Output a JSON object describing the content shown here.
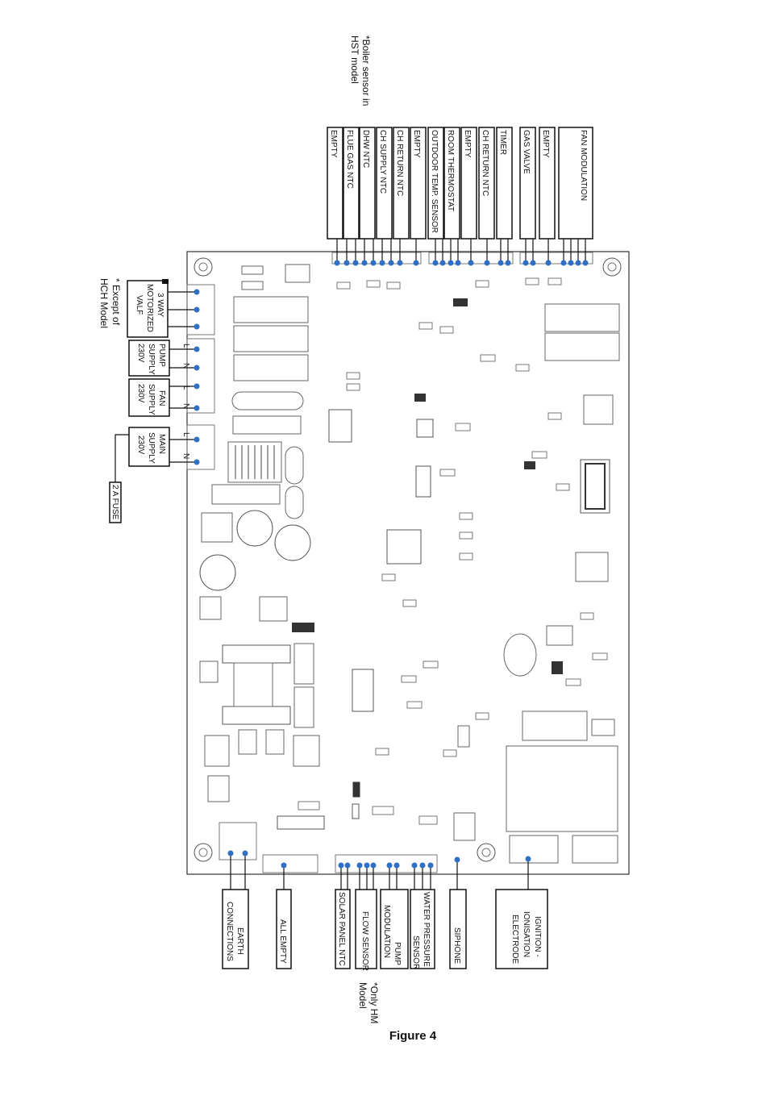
{
  "notes": {
    "boiler_sensor_line1": "*Boiler sensor in",
    "boiler_sensor_line2": "HST model",
    "except_hch_line1": "* Except of",
    "except_hch_line2": "HCH Model",
    "only_hm_line1": "*Only HM",
    "only_hm_line2": "Model"
  },
  "top_connectors": [
    "EMPTY",
    "FLUE GAS NTC",
    "DHW NTC",
    "CH SUPPLY NTC",
    "CH RETURN NTC",
    "EMPTY",
    "OUTDOOR TEMP. SENSOR",
    "ROOM THERMOSTAT",
    "EMPTY",
    "CH RETURN NTC",
    "TIMER",
    "GAS VALVE",
    "EMPTY",
    "FAN MODULATION"
  ],
  "bottom_connectors": {
    "earth": [
      "EARTH",
      "CONNECTIONS"
    ],
    "all_empty": "ALL EMPTY",
    "solar": "SOLAR PANEL NTC",
    "flow": "FLOW SENSOR",
    "pump_mod": [
      "PUMP",
      "MODULATION"
    ],
    "water_pressure": [
      "WATER PRESSURE",
      "SENSOR"
    ],
    "siphone": "SIPHONE",
    "ignition": [
      "IGNITION -",
      "IONISATION",
      "ELECTRODE"
    ]
  },
  "left_connectors": {
    "valve": [
      "3 WAY",
      "MOTORIZED",
      "VALF"
    ],
    "pump": [
      "PUMP",
      "SUPPLY",
      "230V"
    ],
    "fan": [
      "FAN",
      "SUPPLY",
      "230V"
    ],
    "main": [
      "MAIN",
      "SUPPLY",
      "230V"
    ],
    "fuse": "2 A FUSE",
    "terminal_L": "L",
    "terminal_N": "N"
  },
  "caption": "Figure 4",
  "colors": {
    "connector_dot": "#2f6fc4",
    "line": "#111111"
  }
}
